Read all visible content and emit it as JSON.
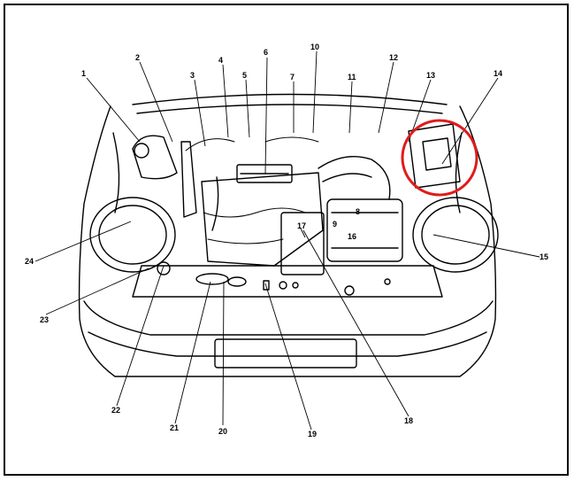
{
  "diagram": {
    "callouts": [
      {
        "id": "c1",
        "label": "1"
      },
      {
        "id": "c2",
        "label": "2"
      },
      {
        "id": "c3",
        "label": "3"
      },
      {
        "id": "c4",
        "label": "4"
      },
      {
        "id": "c5",
        "label": "5"
      },
      {
        "id": "c6",
        "label": "6"
      },
      {
        "id": "c7",
        "label": "7"
      },
      {
        "id": "c8",
        "label": "8"
      },
      {
        "id": "c9",
        "label": "9"
      },
      {
        "id": "c10",
        "label": "10"
      },
      {
        "id": "c11",
        "label": "11"
      },
      {
        "id": "c12",
        "label": "12"
      },
      {
        "id": "c13",
        "label": "13"
      },
      {
        "id": "c14",
        "label": "14"
      },
      {
        "id": "c15",
        "label": "15"
      },
      {
        "id": "c16",
        "label": "16"
      },
      {
        "id": "c17",
        "label": "17"
      },
      {
        "id": "c18",
        "label": "18"
      },
      {
        "id": "c19",
        "label": "19"
      },
      {
        "id": "c20",
        "label": "20"
      },
      {
        "id": "c21",
        "label": "21"
      },
      {
        "id": "c22",
        "label": "22"
      },
      {
        "id": "c23",
        "label": "23"
      },
      {
        "id": "c24",
        "label": "24"
      }
    ],
    "highlight": {
      "color": "#e11b1b",
      "marks": "callout-14"
    },
    "line_color": "#000000"
  }
}
